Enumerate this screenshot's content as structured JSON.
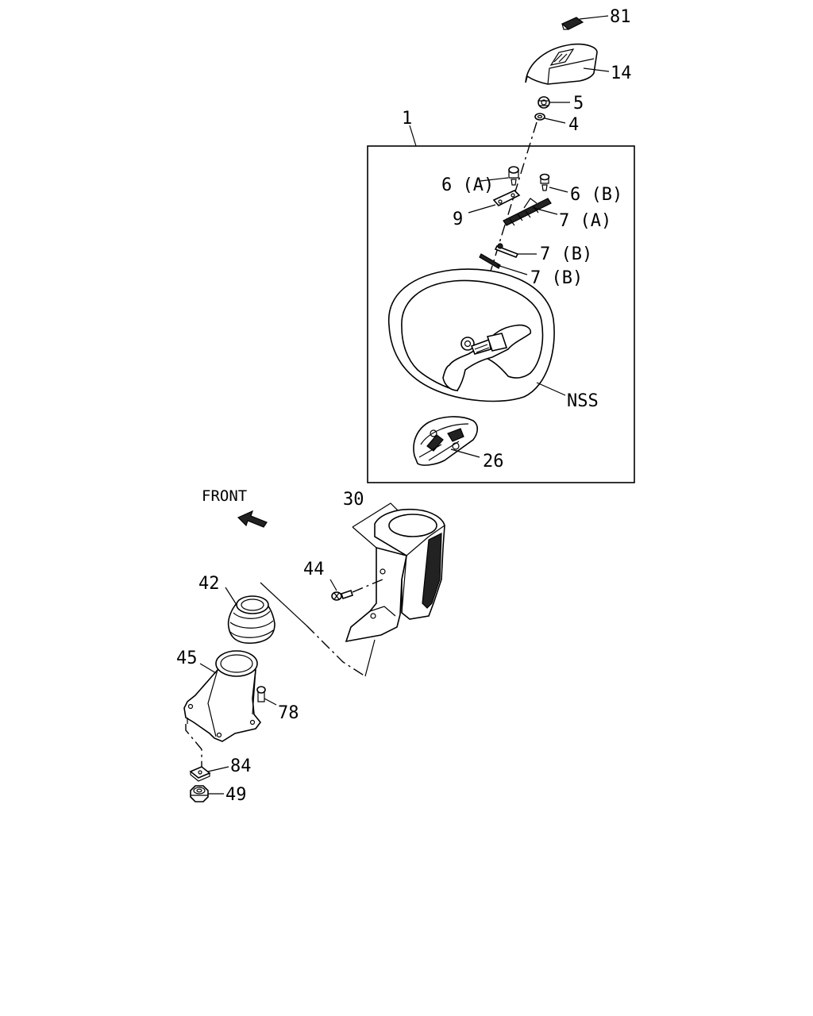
{
  "labels": {
    "p81": "81",
    "p14": "14",
    "p5": "5",
    "p4": "4",
    "p1": "1",
    "p6a": "6 (A)",
    "p6b": "6 (B)",
    "p9": "9",
    "p7a": "7 (A)",
    "p7b_upper": "7 (B)",
    "p7b_lower": "7 (B)",
    "nss": "NSS",
    "p26": "26",
    "front": "FRONT",
    "p30": "30",
    "p44": "44",
    "p42": "42",
    "p45": "45",
    "p78": "78",
    "p84": "84",
    "p49": "49"
  },
  "icons": {
    "front_arrow": "arrow-up-left-icon"
  }
}
